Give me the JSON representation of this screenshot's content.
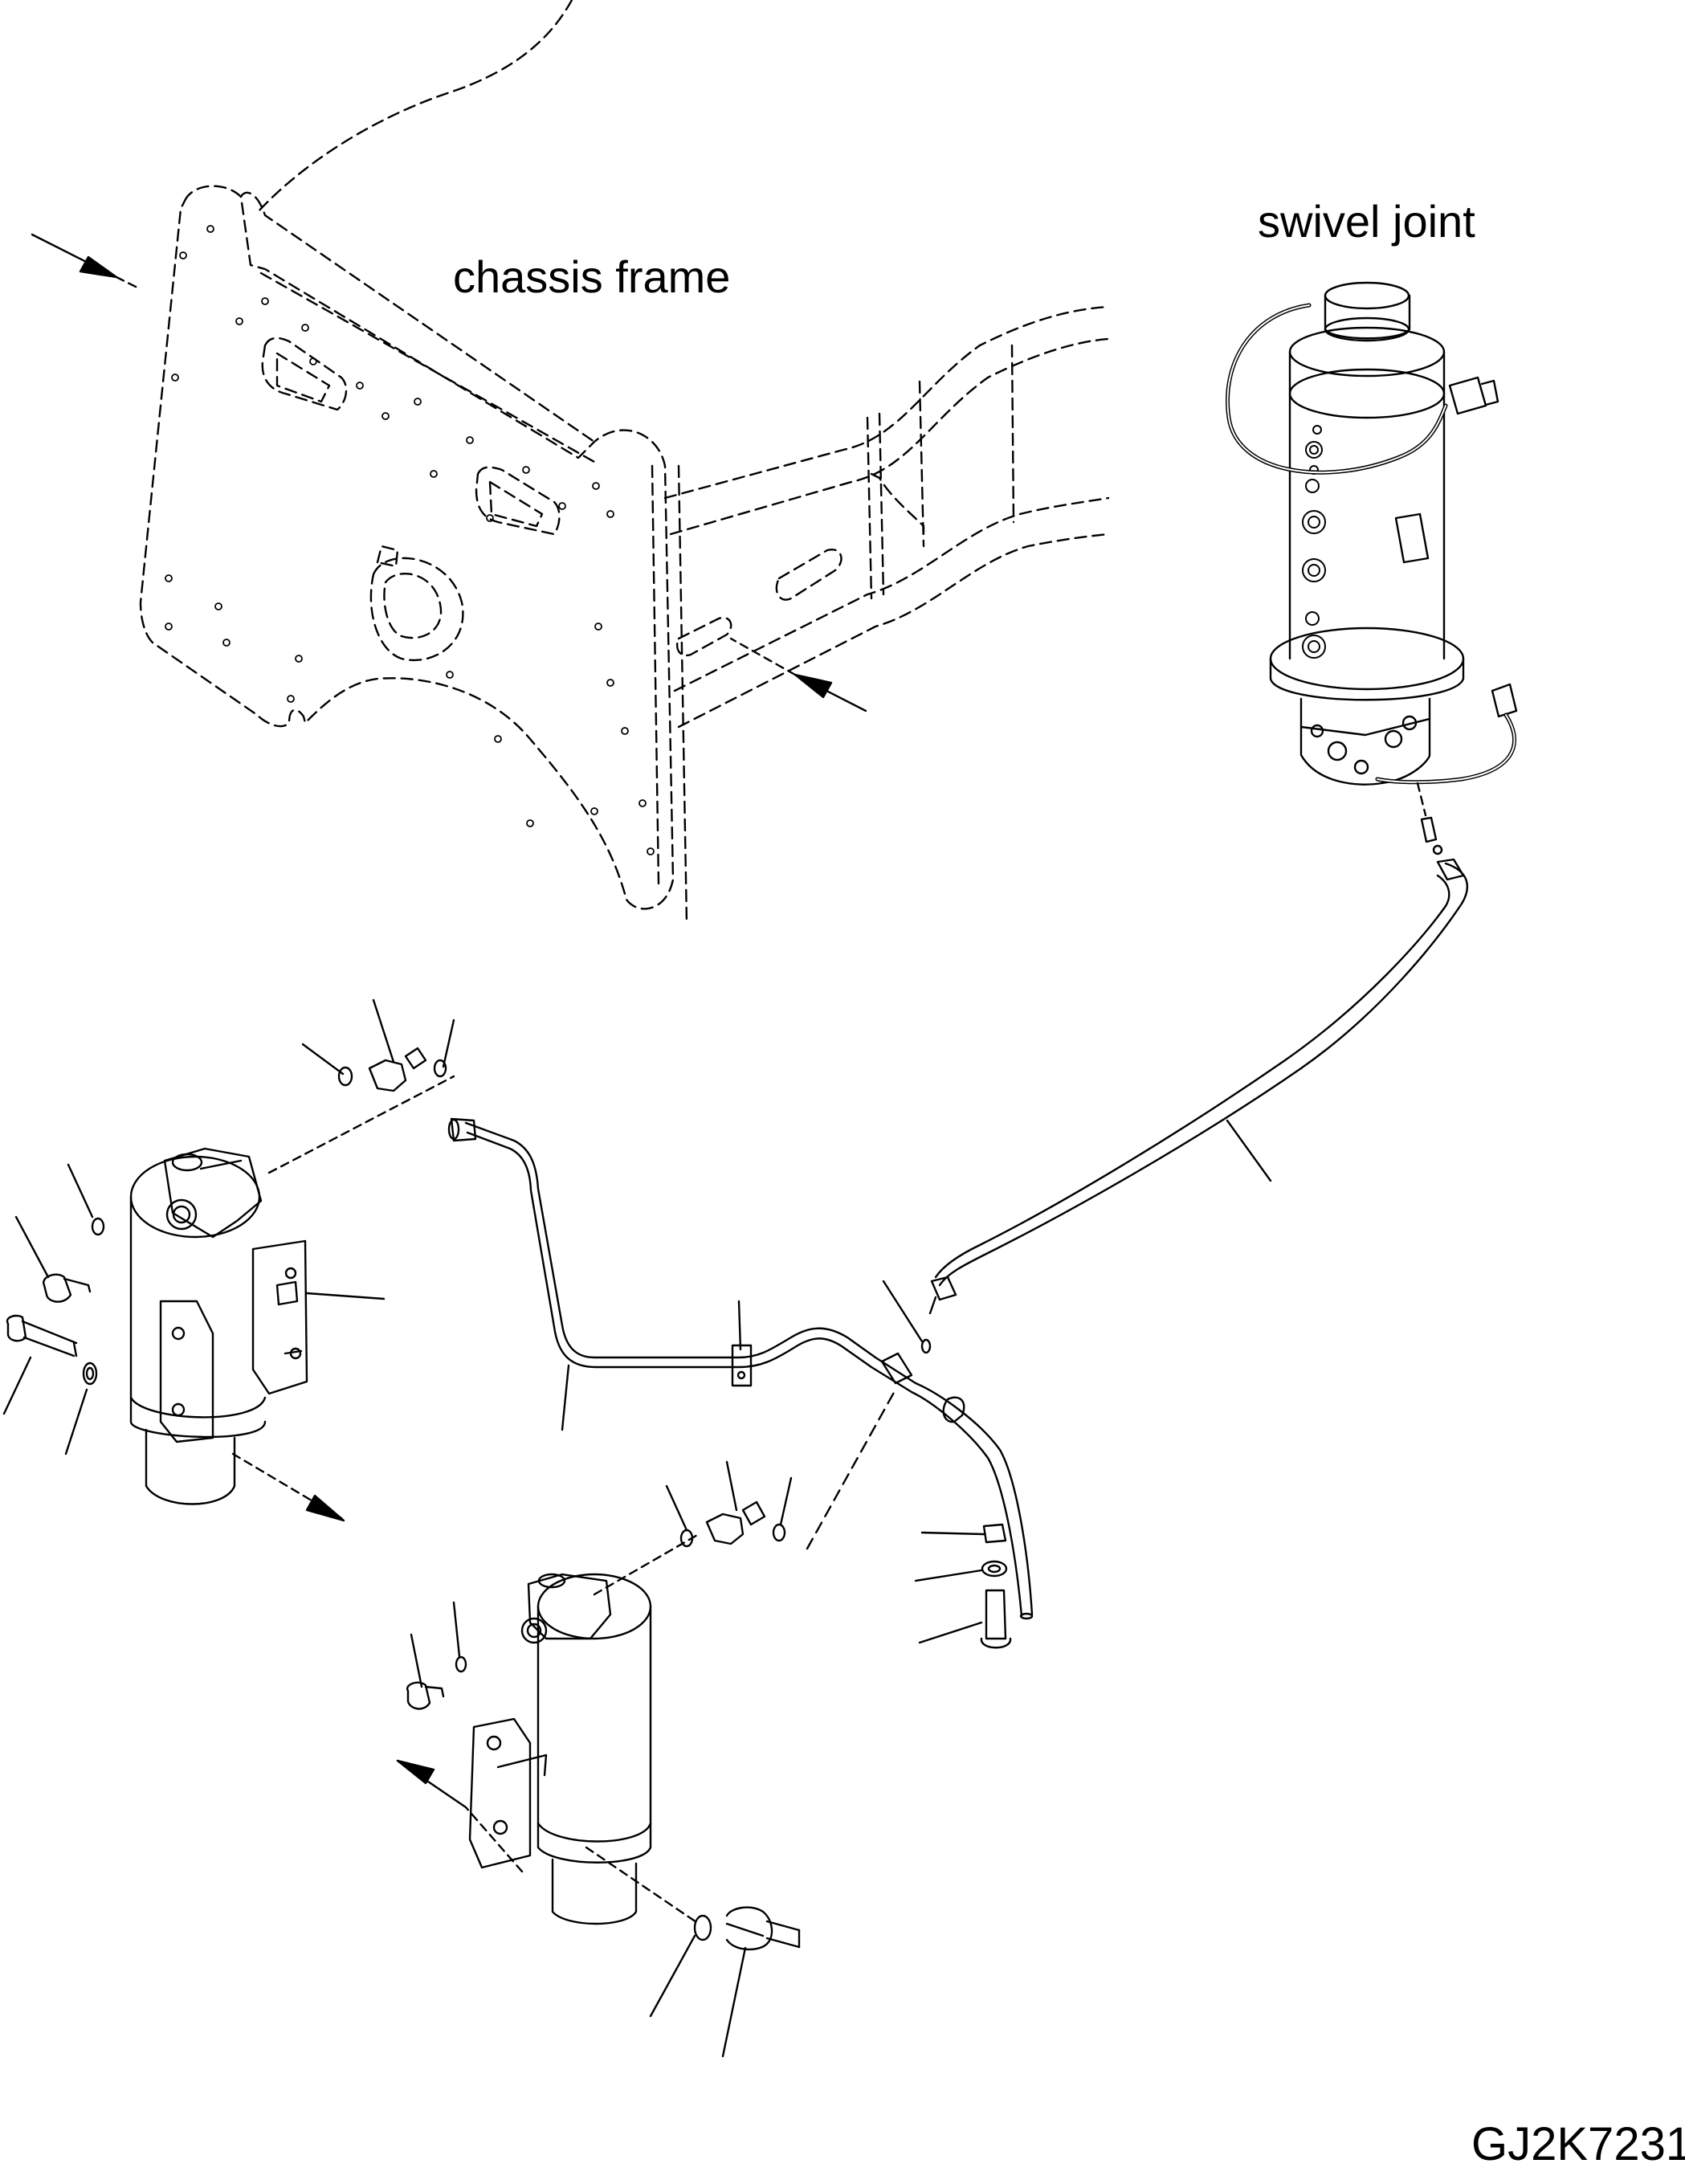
{
  "labels": {
    "chassis_frame": "chassis frame",
    "swivel_joint": "swivel joint",
    "drawing_code": "GJ2K7231"
  },
  "colors": {
    "line": "#000000",
    "background": "#ffffff"
  }
}
